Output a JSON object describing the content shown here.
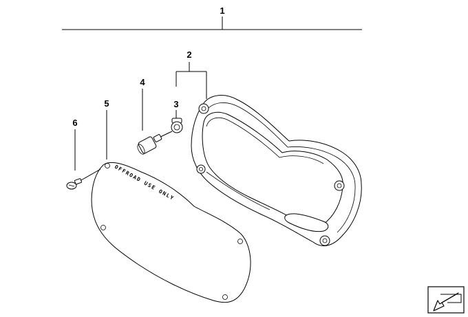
{
  "callouts": {
    "c1": "1",
    "c2": "2",
    "c3": "3",
    "c4": "4",
    "c5": "5",
    "c6": "6"
  },
  "cover_stamp": "OFFROAD USE ONLY",
  "icons": {
    "nav": "arrow-down-left-icon"
  },
  "colors": {
    "line": "#000000",
    "background": "#ffffff",
    "part_fill": "#ffffff"
  }
}
